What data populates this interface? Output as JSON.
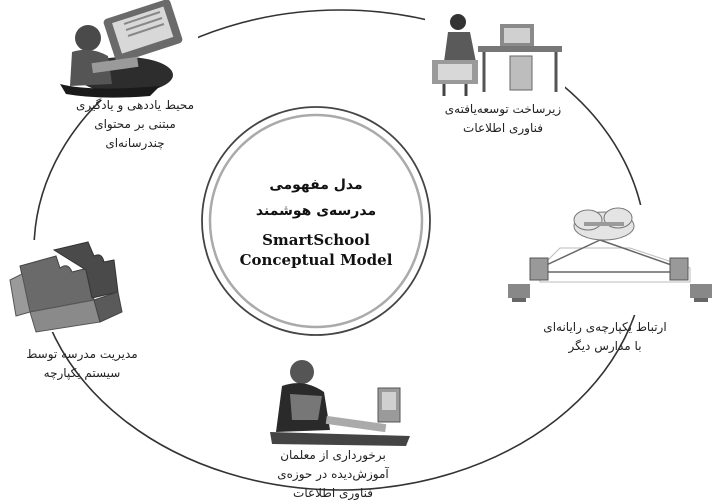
{
  "center": {
    "title_fa_line1": "مدل مفهومی",
    "title_fa_line2": "مدرسه‌ی هوشمند",
    "title_en_line1": "SmartSchool",
    "title_en_line2": "Conceptual Model"
  },
  "nodes": [
    {
      "id": "learning-environment",
      "icon": "person-at-computer-icon",
      "lines": [
        "محیط یاددهی و یادگیری",
        "مبتنی بر محتوای",
        "چندرسانه‌ای"
      ]
    },
    {
      "id": "it-infrastructure",
      "icon": "office-desk-computer-icon",
      "lines": [
        "زیرساخت توسعه‌یافته‌ی",
        "فناوری اطلاعات"
      ]
    },
    {
      "id": "network-integration",
      "icon": "network-cloud-icon",
      "lines": [
        "ارتباط یکپارچه‌ی رایانه‌ای",
        "با مدارس دیگر"
      ]
    },
    {
      "id": "trained-teachers",
      "icon": "teacher-at-computer-icon",
      "lines": [
        "برخورداری از معلمان",
        "آموزش‌دیده در حوزه‌ی",
        "فناوری اطلاعات"
      ]
    },
    {
      "id": "integrated-management",
      "icon": "puzzle-pieces-icon",
      "lines": [
        "مدیریت مدرسه توسط",
        "سیستم یکپارچه"
      ]
    }
  ],
  "colors": {
    "ring": "#333333",
    "center_outer": "#444444",
    "center_inner": "#aaaaaa",
    "text": "#222222"
  }
}
